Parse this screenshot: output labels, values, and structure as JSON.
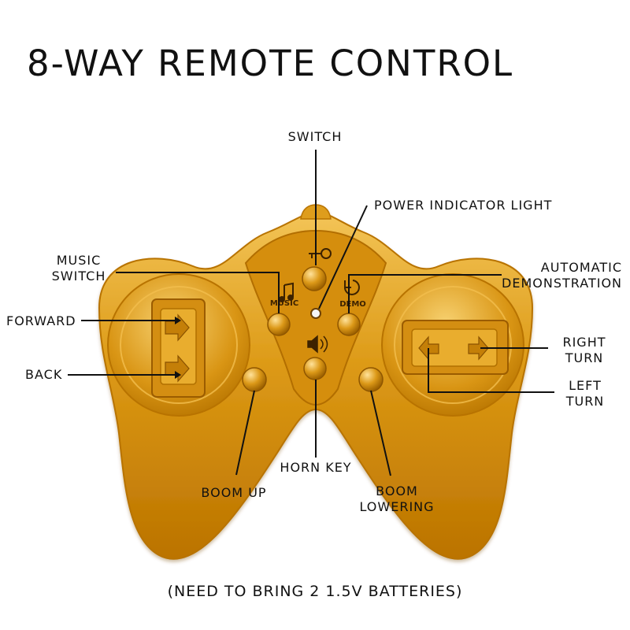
{
  "title": "8-WAY REMOTE CONTROL",
  "labels": {
    "switch": "SWITCH",
    "power_indicator_light": "POWER INDICATOR LIGHT",
    "music_switch_line1": "MUSIC",
    "music_switch_line2": "SWITCH",
    "automatic_demo_line1": "AUTOMATIC",
    "automatic_demo_line2": "DEMONSTRATION",
    "forward": "FORWARD",
    "back": "BACK",
    "right_turn_line1": "RIGHT",
    "right_turn_line2": "TURN",
    "left_turn_line1": "LEFT",
    "left_turn_line2": "TURN",
    "horn_key": "HORN KEY",
    "boom_up": "BOOM UP",
    "boom_lowering_line1": "BOOM",
    "boom_lowering_line2": "LOWERING"
  },
  "controller_marks": {
    "music": "MUSIC",
    "demo": "DEMO"
  },
  "footer": "(NEED TO BRING 2 1.5V BATTERIES)",
  "colors": {
    "body": "#d99a13",
    "body_dark": "#b77400",
    "body_light": "#f4c85b",
    "button": "#d99514",
    "line": "#111111"
  },
  "icons": {
    "switch": "key-icon",
    "music": "music-note-icon",
    "demo": "power-cycle-icon",
    "horn": "speaker-icon"
  }
}
